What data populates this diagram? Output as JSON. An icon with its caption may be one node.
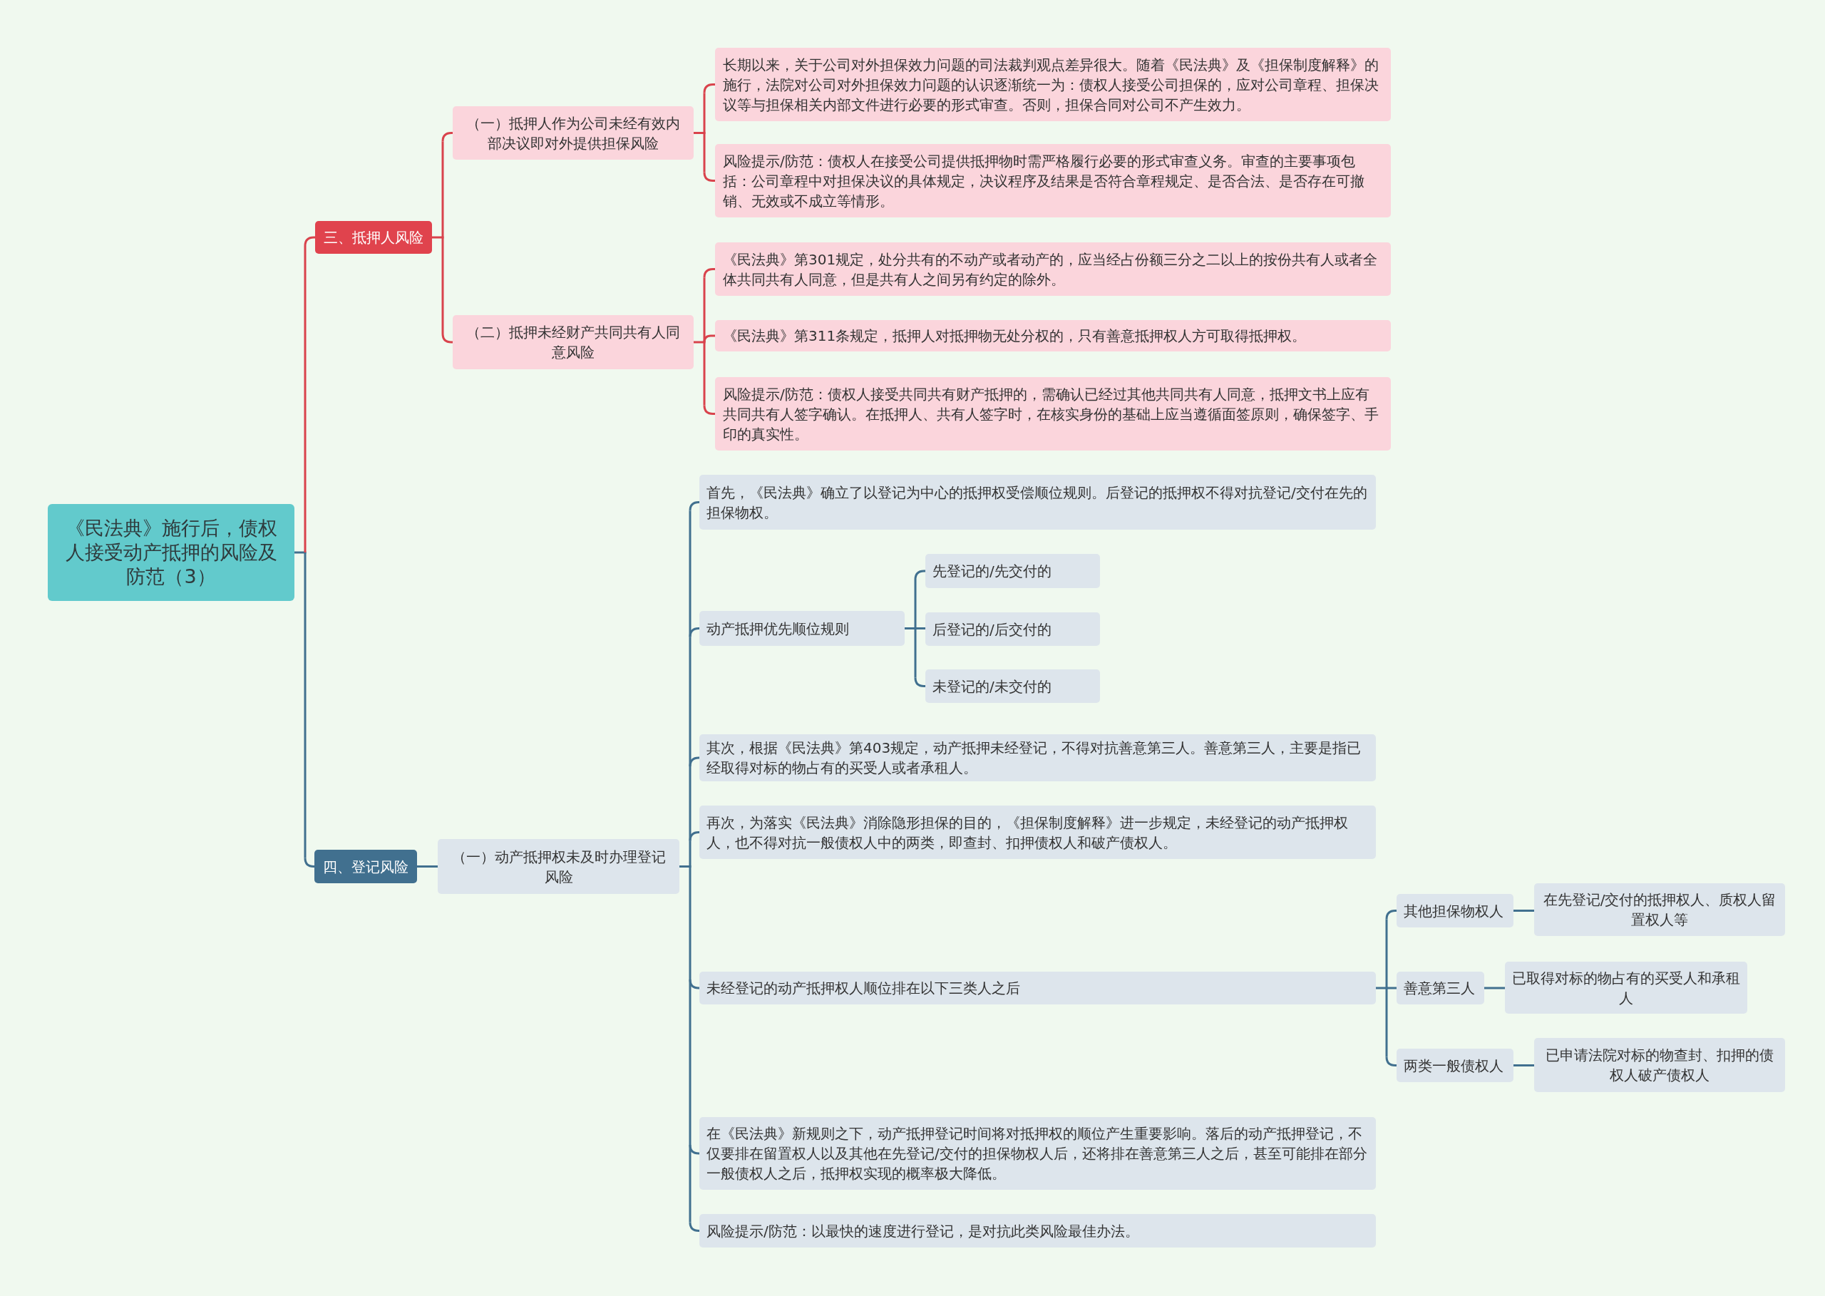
{
  "diagram": {
    "nodes": [
      {
        "text": [
          "《民法典》施行后，债权人接受动产抵押的风险及防范（3）"
        ]
      },
      {
        "text": [
          "三、抵押人风险"
        ]
      },
      {
        "text": [
          "（一）抵押人作为公司未经有效内部决议即对外提供担保风险"
        ]
      },
      {
        "text": [
          "长期以来，关于公司对外担保效力问题的司法裁判观点差异很大。随着《民法典》及《担保制度解释》的施行，法院对公司对外担保效力问题的认识逐渐统一为：债权人接受公司担保的，应对公司章程、担保决议等与担保相关内部文件进行必要的形式审查。否则，担保合同对公司不产生效力。"
        ]
      },
      {
        "text": [
          "风险提示/防范：债权人在接受公司提供抵押物时需严格履行必要的形式审查义务。审查的主要事项包括：公司章程中对担保决议的具体规定，决议程序及结果是否符合章程规定、是否合法、是否存在可撤销、无效或不成立等情形。"
        ]
      },
      {
        "text": [
          "（二）抵押未经财产共同共有人同意风险"
        ]
      },
      {
        "text": [
          "《民法典》第301规定，处分共有的不动产或者动产的，应当经占份额三分之二以上的按份共有人或者全体共同共有人同意，但是共有人之间另有约定的除外。"
        ]
      },
      {
        "text": [
          "《民法典》第311条规定，抵押人对抵押物无处分权的，只有善意抵押权人方可取得抵押权。"
        ]
      },
      {
        "text": [
          "风险提示/防范：债权人接受共同共有财产抵押的，需确认已经过其他共同共有人同意，抵押文书上应有共同共有人签字确认。在抵押人、共有人签字时，在核实身份的基础上应当遵循面签原则，确保签字、手印的真实性。"
        ]
      },
      {
        "text": [
          "四、登记风险"
        ]
      },
      {
        "text": [
          "（一）动产抵押权未及时办理登记风险"
        ]
      },
      {
        "text": [
          "首先，《民法典》确立了以登记为中心的抵押权受偿顺位规则。后登记的抵押权不得对抗登记/交付在先的担保物权。"
        ]
      },
      {
        "text": [
          "动产抵押优先顺位规则"
        ]
      },
      {
        "text": [
          "先登记的/先交付的"
        ]
      },
      {
        "text": [
          "后登记的/后交付的"
        ]
      },
      {
        "text": [
          "未登记的/未交付的"
        ]
      },
      {
        "text": [
          "其次，根据《民法典》第403规定，动产抵押未经登记，不得对抗善意第三人。善意第三人，主要是指已经取得对标的物占有的买受人或者承租人。"
        ]
      },
      {
        "text": [
          "再次，为落实《民法典》消除隐形担保的目的，《担保制度解释》进一步规定，未经登记的动产抵押权人，也不得对抗一般债权人中的两类，即查封、扣押债权人和破产债权人。"
        ]
      },
      {
        "text": [
          "未经登记的动产抵押权人顺位排在以下三类人之后"
        ]
      },
      {
        "text": [
          "其他担保物权人"
        ]
      },
      {
        "text": [
          "在先登记/交付的抵押权人、质权人留置权人等"
        ]
      },
      {
        "text": [
          "善意第三人"
        ]
      },
      {
        "text": [
          "已取得对标的物占有的买受人和承租人"
        ]
      },
      {
        "text": [
          "两类一般债权人"
        ]
      },
      {
        "text": [
          "已申请法院对标的物查封、扣押的债权人破产债权人"
        ]
      },
      {
        "text": [
          "在《民法典》新规则之下，动产抵押登记时间将对抵押权的顺位产生重要影响。落后的动产抵押登记，不仅要排在留置权人以及其他在先登记/交付的担保物权人后，还将排在善意第三人之后，甚至可能排在部分一般债权人之后，抵押权实现的概率极大降低。"
        ]
      },
      {
        "text": [
          "风险提示/防范：以最快的速度进行登记，是对抗此类风险最佳办法。"
        ]
      }
    ],
    "edges": [
      {
        "from": 0,
        "to": 1,
        "arrow": "none",
        "color": "#d9434c"
      },
      {
        "from": 0,
        "to": 9,
        "arrow": "none"
      },
      {
        "from": 1,
        "to": 2,
        "arrow": "none",
        "color": "#d9434c"
      },
      {
        "from": 2,
        "to": 3,
        "arrow": "none",
        "color": "#d9434c"
      },
      {
        "from": 2,
        "to": 4,
        "arrow": "none",
        "color": "#d9434c"
      },
      {
        "from": 1,
        "to": 5,
        "arrow": "none",
        "color": "#d9434c"
      },
      {
        "from": 5,
        "to": 6,
        "arrow": "none",
        "color": "#d9434c"
      },
      {
        "from": 5,
        "to": 7,
        "arrow": "none",
        "color": "#d9434c"
      },
      {
        "from": 5,
        "to": 8,
        "arrow": "none",
        "color": "#d9434c"
      },
      {
        "from": 9,
        "to": 10,
        "arrow": "none"
      },
      {
        "from": 10,
        "to": 11,
        "arrow": "none"
      },
      {
        "from": 10,
        "to": 12,
        "arrow": "none"
      },
      {
        "from": 12,
        "to": 13,
        "arrow": "none"
      },
      {
        "from": 12,
        "to": 14,
        "arrow": "none"
      },
      {
        "from": 12,
        "to": 15,
        "arrow": "none"
      },
      {
        "from": 10,
        "to": 16,
        "arrow": "none"
      },
      {
        "from": 10,
        "to": 17,
        "arrow": "none"
      },
      {
        "from": 10,
        "to": 18,
        "arrow": "none"
      },
      {
        "from": 18,
        "to": 19,
        "arrow": "none"
      },
      {
        "from": 19,
        "to": 20,
        "arrow": "none"
      },
      {
        "from": 18,
        "to": 21,
        "arrow": "none"
      },
      {
        "from": 21,
        "to": 22,
        "arrow": "none"
      },
      {
        "from": 18,
        "to": 23,
        "arrow": "none"
      },
      {
        "from": 23,
        "to": 24,
        "arrow": "none"
      },
      {
        "from": 10,
        "to": 25,
        "arrow": "none"
      },
      {
        "from": 10,
        "to": 26,
        "arrow": "none"
      }
    ]
  }
}
